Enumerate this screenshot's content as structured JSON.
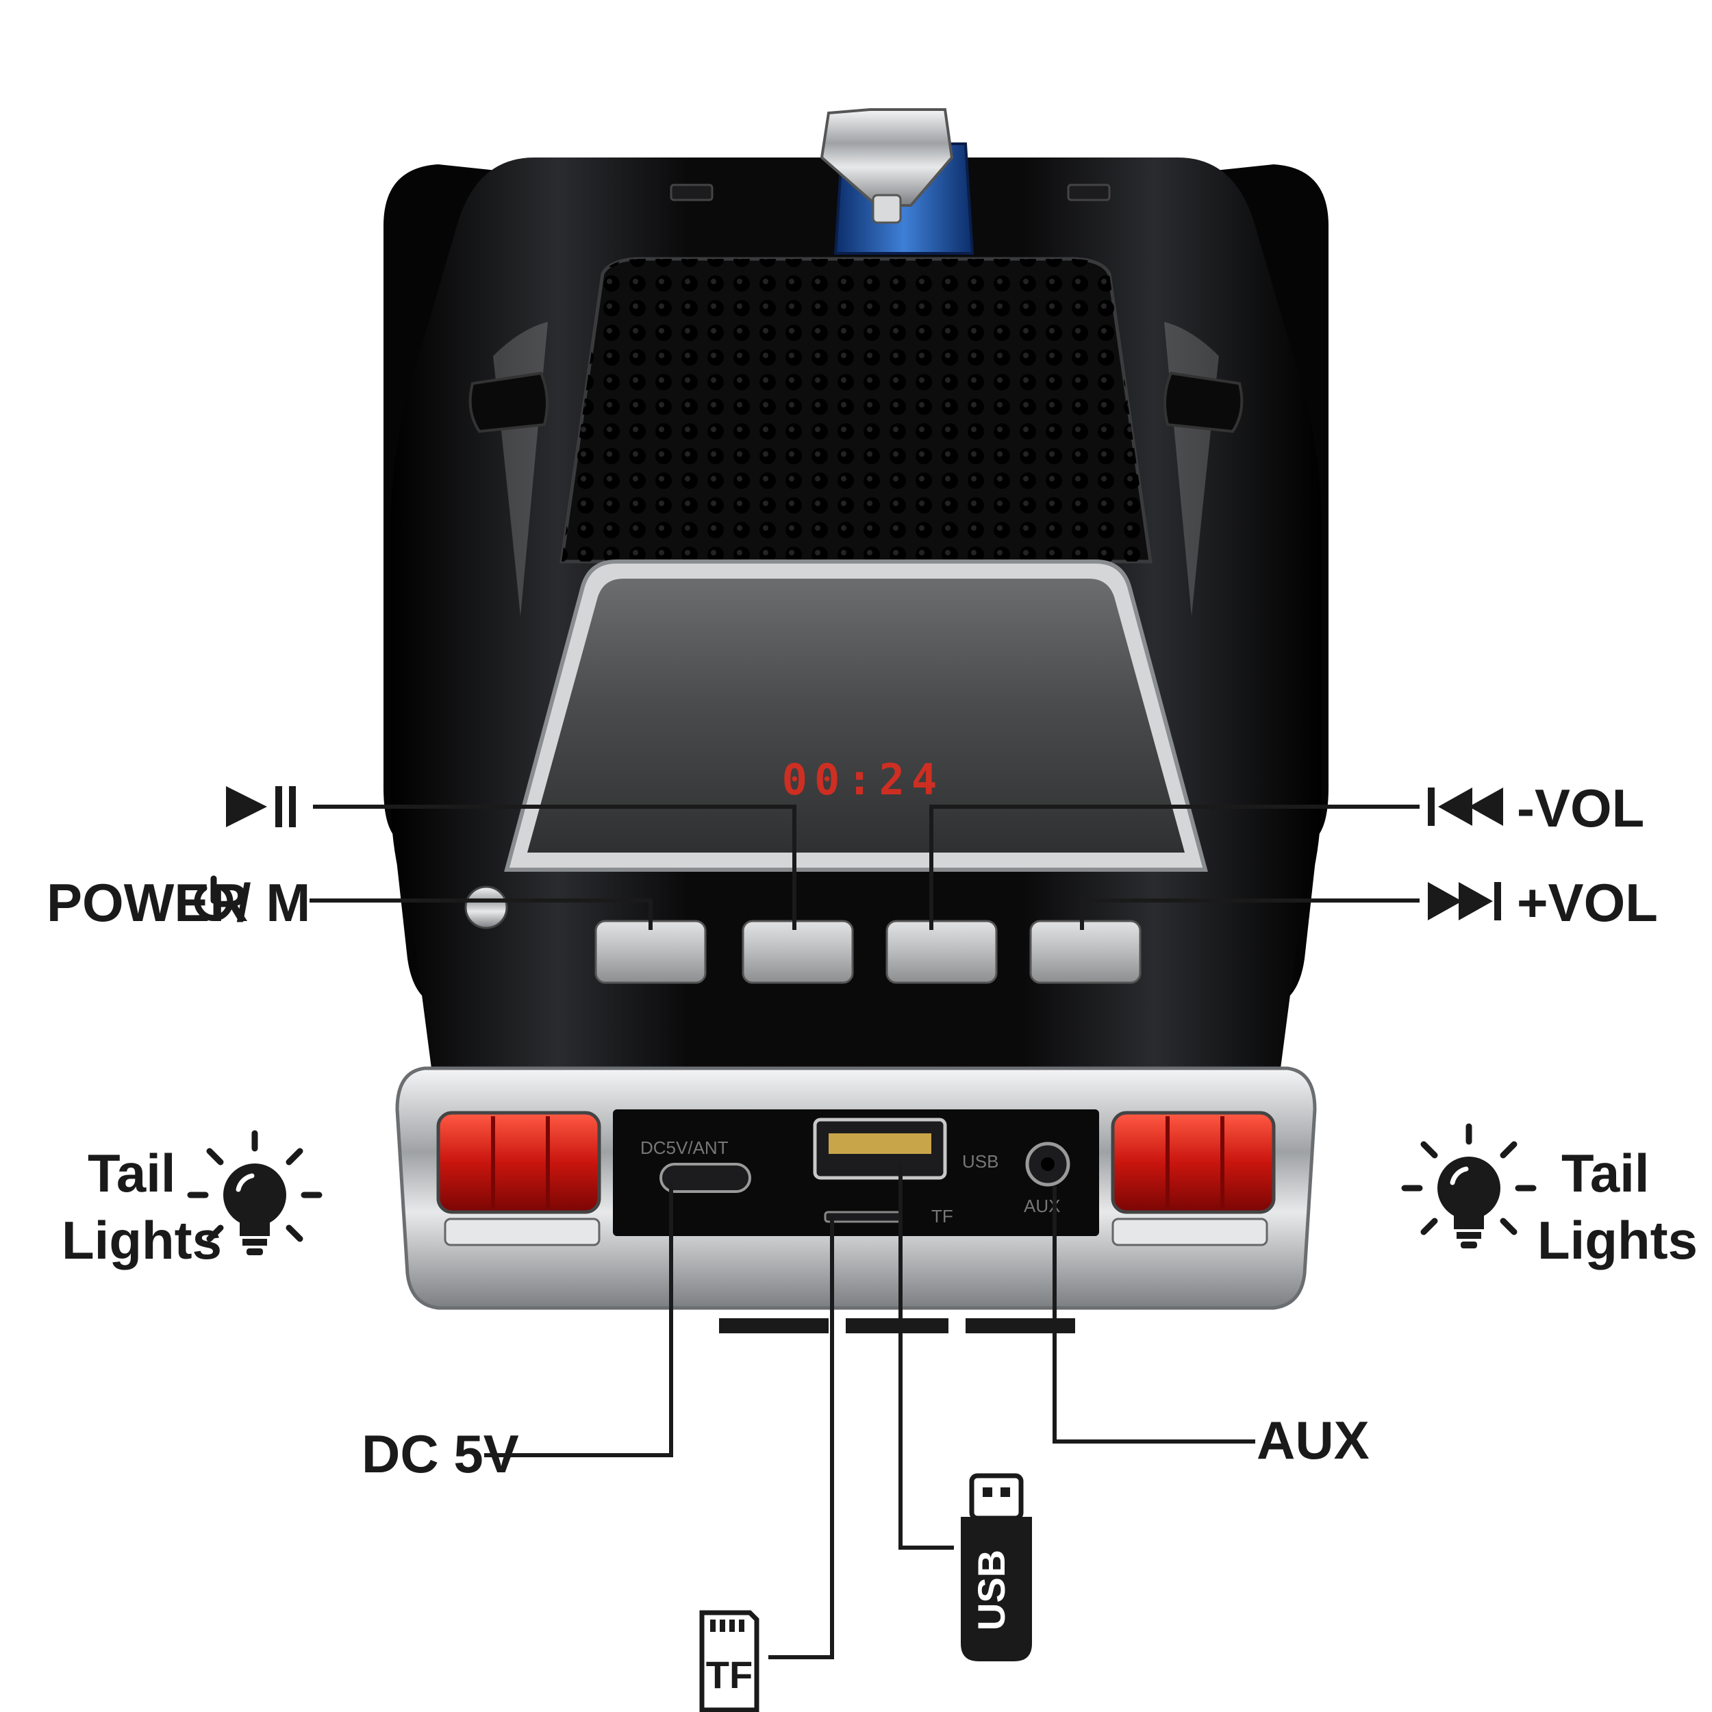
{
  "labels": {
    "play_pause": "",
    "power_mode": "POWER",
    "power_mode_suffix": "/ M",
    "prev_vol": "-VOL",
    "next_vol": "+VOL",
    "tail_left_1": "Tail",
    "tail_left_2": "Lights",
    "tail_right_1": "Tail",
    "tail_right_2": "Lights",
    "dc": "DC 5V",
    "aux": "AUX",
    "usb": "USB",
    "tf": "TF"
  },
  "ports": {
    "dc_port_text": "DC5V/ANT",
    "usb_port_text": "USB",
    "tf_port_text": "TF",
    "aux_port_text": "AUX"
  },
  "display": {
    "time": "00:24"
  },
  "colors": {
    "body": "#0b0b0c",
    "chrome": "#c9cbcd",
    "taillight": "#d8261c",
    "display_led": "#ff2a1a",
    "label": "#1a1a1a"
  },
  "icons": [
    "play-pause-icon",
    "power-icon",
    "previous-track-icon",
    "next-track-icon",
    "light-bulb-icon",
    "usb-stick-icon",
    "sd-card-icon"
  ]
}
